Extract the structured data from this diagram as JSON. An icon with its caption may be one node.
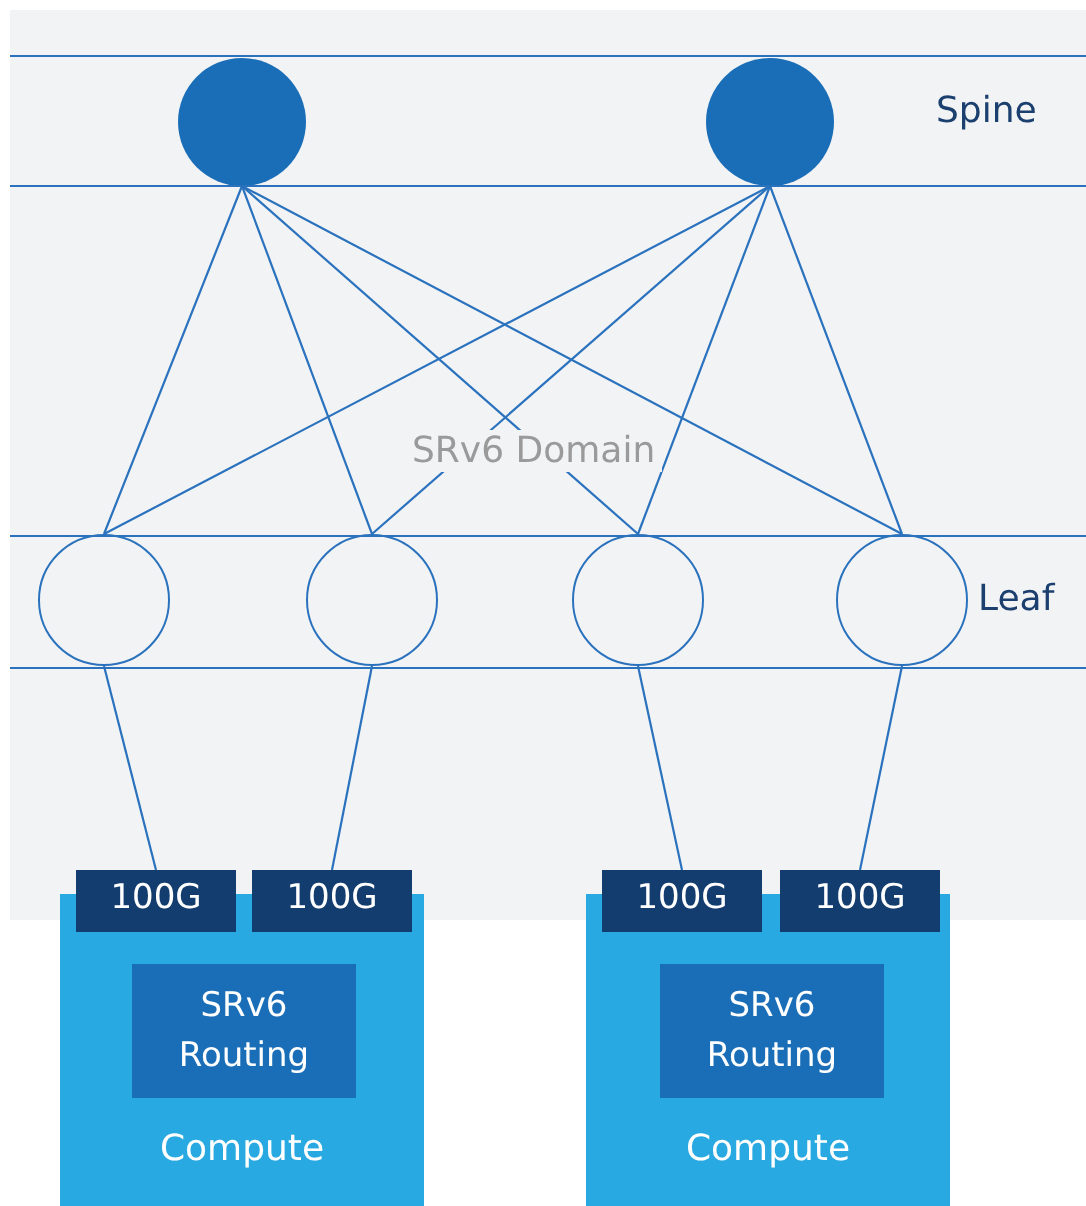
{
  "diagram": {
    "nodes": [
      {
        "text": [
          "SRv6 Domain"
        ]
      },
      {
        "text": [],
        "shape": "circle",
        "in": 0
      },
      {
        "text": [],
        "shape": "circle",
        "in": 0
      },
      {
        "text": [],
        "shape": "circle",
        "in": 0
      },
      {
        "text": [],
        "shape": "circle",
        "in": 0
      },
      {
        "text": [],
        "shape": "circle",
        "in": 0
      },
      {
        "text": [],
        "shape": "circle",
        "in": 0
      },
      {
        "text": [
          "100G"
        ]
      },
      {
        "text": [
          "100G"
        ]
      },
      {
        "text": [
          "100G"
        ]
      },
      {
        "text": [
          "100G"
        ]
      },
      {
        "text": [
          "Compute"
        ]
      },
      {
        "text": [
          "SRv6 Routing"
        ],
        "in": 11
      },
      {
        "text": [
          "Compute"
        ]
      },
      {
        "text": [
          "SRv6 Routing"
        ],
        "in": 13
      }
    ],
    "edges": [
      {
        "from": 1,
        "to": 3,
        "arrow": "none"
      },
      {
        "from": 1,
        "to": 4,
        "arrow": "none"
      },
      {
        "from": 1,
        "to": 5,
        "arrow": "none"
      },
      {
        "from": 1,
        "to": 6,
        "arrow": "none"
      },
      {
        "from": 2,
        "to": 3,
        "arrow": "none"
      },
      {
        "from": 2,
        "to": 4,
        "arrow": "none"
      },
      {
        "from": 2,
        "to": 5,
        "arrow": "none"
      },
      {
        "from": 2,
        "to": 6,
        "arrow": "none"
      },
      {
        "from": 3,
        "to": 7,
        "arrow": "none"
      },
      {
        "from": 4,
        "to": 8,
        "arrow": "none"
      },
      {
        "from": 5,
        "to": 9,
        "arrow": "none"
      },
      {
        "from": 6,
        "to": 10,
        "arrow": "none"
      }
    ],
    "labels": [
      "Spine",
      "Leaf"
    ]
  }
}
